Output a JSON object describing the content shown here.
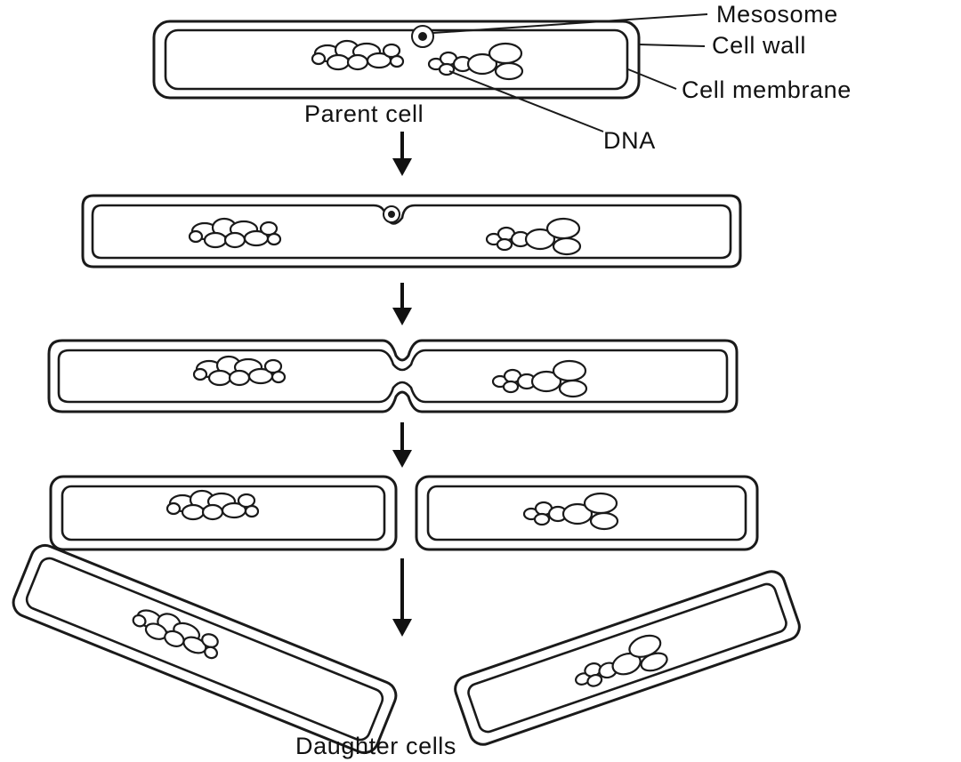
{
  "labels": {
    "mesosome": "Mesosome",
    "cell_wall": "Cell wall",
    "cell_membrane": "Cell membrane",
    "dna": "DNA",
    "parent_cell": "Parent cell",
    "daughter_cells": "Daughter cells"
  },
  "stages": [
    {
      "name": "parent-cell"
    },
    {
      "name": "dna-replicated"
    },
    {
      "name": "cell-constricting"
    },
    {
      "name": "cells-separated"
    },
    {
      "name": "daughter-cells"
    }
  ]
}
